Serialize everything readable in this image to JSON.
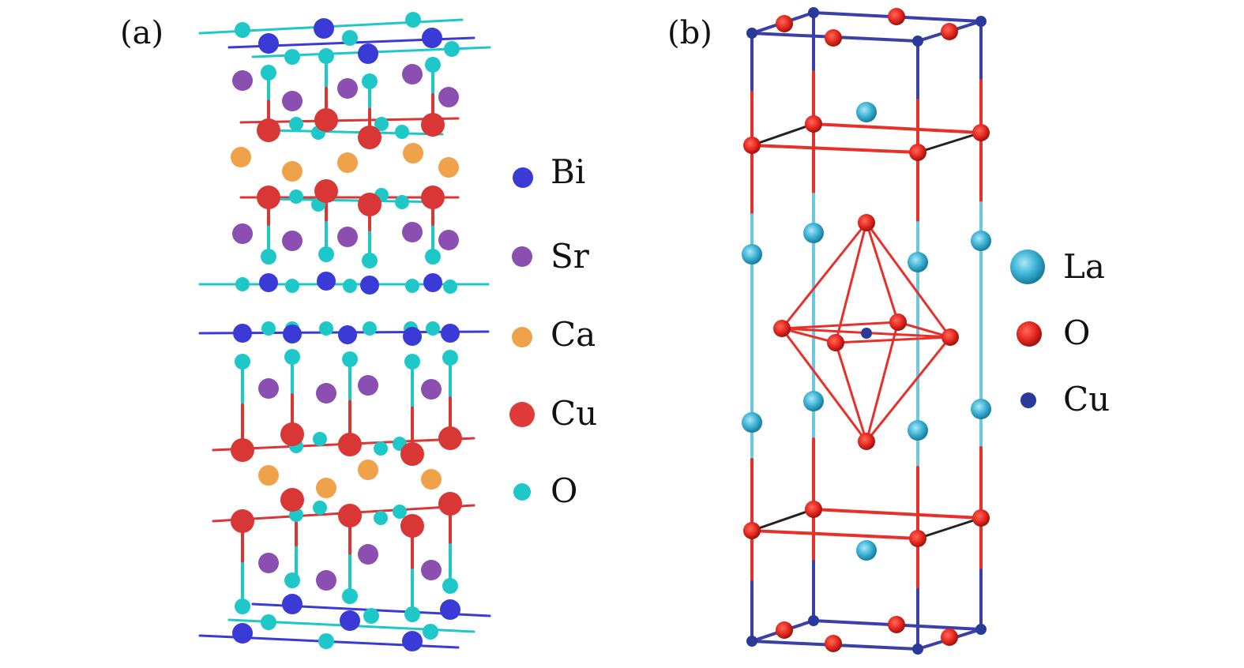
{
  "figure": {
    "panels": [
      {
        "label": "(a)",
        "description": "Layered crystal structure with Bi-O, Sr, Cu-O and Ca layers",
        "legend": [
          {
            "element": "Bi",
            "color": "#3a3ad6"
          },
          {
            "element": "Sr",
            "color": "#8a4fb0"
          },
          {
            "element": "Ca",
            "color": "#f0a24a"
          },
          {
            "element": "Cu",
            "color": "#e03a3a"
          },
          {
            "element": "O",
            "color": "#1fc8c8"
          }
        ]
      },
      {
        "label": "(b)",
        "description": "Unit cell with CuO6 octahedron",
        "legend": [
          {
            "element": "La",
            "color": "#3fb6d8"
          },
          {
            "element": "O",
            "color": "#e8281f"
          },
          {
            "element": "Cu",
            "color": "#2a3a9a"
          }
        ]
      }
    ]
  },
  "colors": {
    "bi": "#3a3ad6",
    "sr": "#8a4fb0",
    "ca": "#f0a24a",
    "cu_a": "#d93636",
    "o_a": "#1fc8c8",
    "la": "#3fb6d8",
    "o_b": "#e8281f",
    "cu_b": "#2a3a9a",
    "bond_blue": "#3b3fa8",
    "bond_red": "#e8302a",
    "bond_cyan": "#6cc8e0",
    "bond_black": "#222222"
  }
}
